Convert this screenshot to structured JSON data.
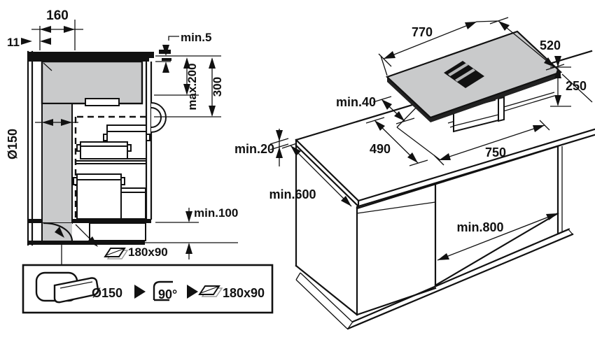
{
  "colors": {
    "line": "#111111",
    "panel_gray": "#c9cacb",
    "stripe_gray": "#b5b6b7",
    "shadow_gray": "#9a9a9a"
  },
  "left_view": {
    "dim_160": "160",
    "dim_11": "11",
    "dim_min5": "min.5",
    "dim_max200": "max.200",
    "dim_300": "300",
    "dim_diameter": "Ø150",
    "dim_min100": "min.100",
    "dim_duct_size": "180x90"
  },
  "legend": {
    "diameter": "Ø150",
    "elbow_angle": "90°",
    "duct_size": "180x90"
  },
  "right_view": {
    "dim_770": "770",
    "dim_520": "520",
    "dim_250": "250",
    "dim_min40": "min.40",
    "dim_490": "490",
    "dim_750": "750",
    "dim_min20": "min.20",
    "dim_min600": "min.600",
    "dim_min800": "min.800"
  }
}
